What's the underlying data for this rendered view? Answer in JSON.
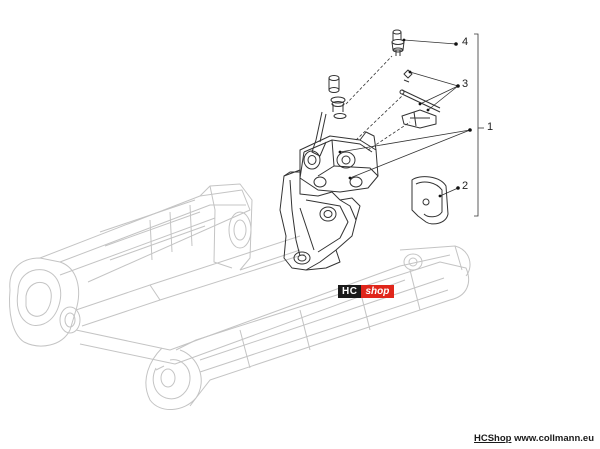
{
  "callouts": {
    "c1": "1",
    "c2": "2",
    "c3": "3",
    "c4": "4"
  },
  "badge": {
    "hc": "HC",
    "shop": "shop"
  },
  "footer": {
    "brand": "HCShop",
    "site": "www.collmann.eu"
  },
  "colors": {
    "line": "#333333",
    "ghost": "#c8c8c8",
    "badge_dark": "#1a1a1a",
    "badge_red": "#e0261b"
  },
  "icons": [
    "exploded-view-drawing",
    "leader-line",
    "bracket"
  ]
}
